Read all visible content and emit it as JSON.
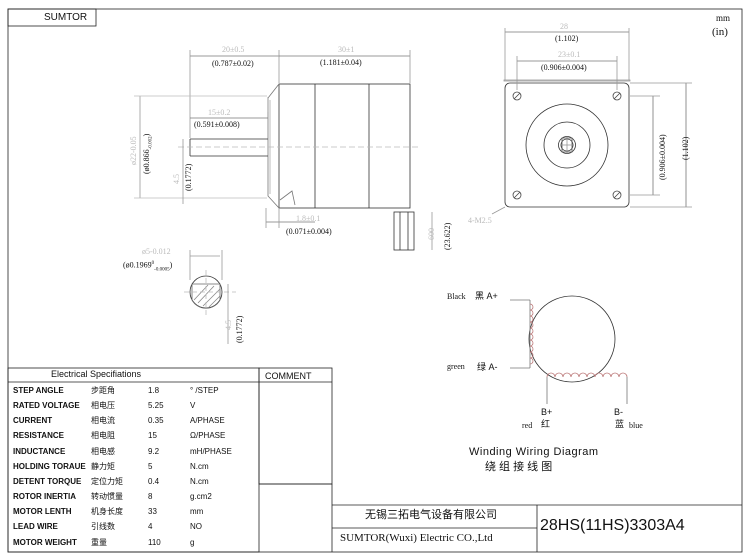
{
  "brand": "SUMTOR",
  "units": {
    "mm": "mm",
    "in": "(in)"
  },
  "front_view": {
    "dim_28": "28",
    "dim_28_in": "(1.102)",
    "dim_23": "23±0.1",
    "dim_23_in": "(0.906±0.004)",
    "dim_23_side_in": "(0.906±0.004)",
    "dim_28_side_in": "(1.102)",
    "hole_label": "4-M2.5"
  },
  "side_view": {
    "dim_20_in": "(0.787±0.02)",
    "dim_20": "20±0.5",
    "dim_30": "30±1",
    "dim_30_in": "(1.181±0.04)",
    "dim_15": "15±0.2",
    "dim_15_in": "(0.591±0.008)",
    "dim_22_in": "(ø0.866",
    "dim_22_tol": "-0.002",
    "dim_22_close": ")",
    "dim_22_ghost": "ø22-0.05",
    "dim_45_in": "(0.1772)",
    "dim_45_ghost": "4.5",
    "dim_18": "1.8±0.1",
    "dim_18_in": "(0.071±0.004)",
    "dim_600_in": "(23.622)",
    "dim_600_ghost": "600"
  },
  "shaft_view": {
    "dim_5_in": "(ø0.1969",
    "dim_5_sup": "0",
    "dim_5_sub": "-0.0005",
    "dim_5_close": ")",
    "dim_5_ghost": "ø5-0.012",
    "dim_45_in": "(0.1772)",
    "dim_45_ghost": "4.5"
  },
  "winding": {
    "black_en": "Black",
    "black_cn": "黑 A+",
    "green_en": "green",
    "green_cn": "绿 A-",
    "red_label": "B+",
    "red_en": "red",
    "red_cn": "红",
    "blue_label": "B-",
    "blue_en": "blue",
    "blue_cn": "蓝",
    "title_en": "Winding Wiring Diagram",
    "title_cn": "绕 组 接 线 图"
  },
  "specs": {
    "title": "Electrical Specifiations",
    "comment_header": "COMMENT",
    "rows": [
      {
        "en": "STEP ANGLE",
        "cn": "步距角",
        "value": "1.8",
        "unit": "° /STEP"
      },
      {
        "en": "RATED VOLTAGE",
        "cn": "相电压",
        "value": "5.25",
        "unit": "V"
      },
      {
        "en": "CURRENT",
        "cn": "相电流",
        "value": "0.35",
        "unit": "A/PHASE"
      },
      {
        "en": "RESISTANCE",
        "cn": "相电阻",
        "value": "15",
        "unit": "Ω/PHASE"
      },
      {
        "en": "INDUCTANCE",
        "cn": "相电感",
        "value": "9.2",
        "unit": "mH/PHASE"
      },
      {
        "en": "HOLDING TORAUE",
        "cn": "静力矩",
        "value": "5",
        "unit": "N.cm"
      },
      {
        "en": "DETENT TORQUE",
        "cn": "定位力矩",
        "value": "0.4",
        "unit": "N.cm"
      },
      {
        "en": "ROTOR INERTIA",
        "cn": "转动惯量",
        "value": "8",
        "unit": "g.cm2"
      },
      {
        "en": "MOTOR LENTH",
        "cn": "机身长度",
        "value": "33",
        "unit": "mm"
      },
      {
        "en": "LEAD WIRE",
        "cn": "引线数",
        "value": "4",
        "unit": "NO"
      },
      {
        "en": "MOTOR WEIGHT",
        "cn": "重量",
        "value": "110",
        "unit": "g"
      }
    ]
  },
  "title_block": {
    "company_cn": "无锡三拓电气设备有限公司",
    "company_en": "SUMTOR(Wuxi) Electric CO.,Ltd",
    "model": "28HS(11HS)3303A4"
  }
}
